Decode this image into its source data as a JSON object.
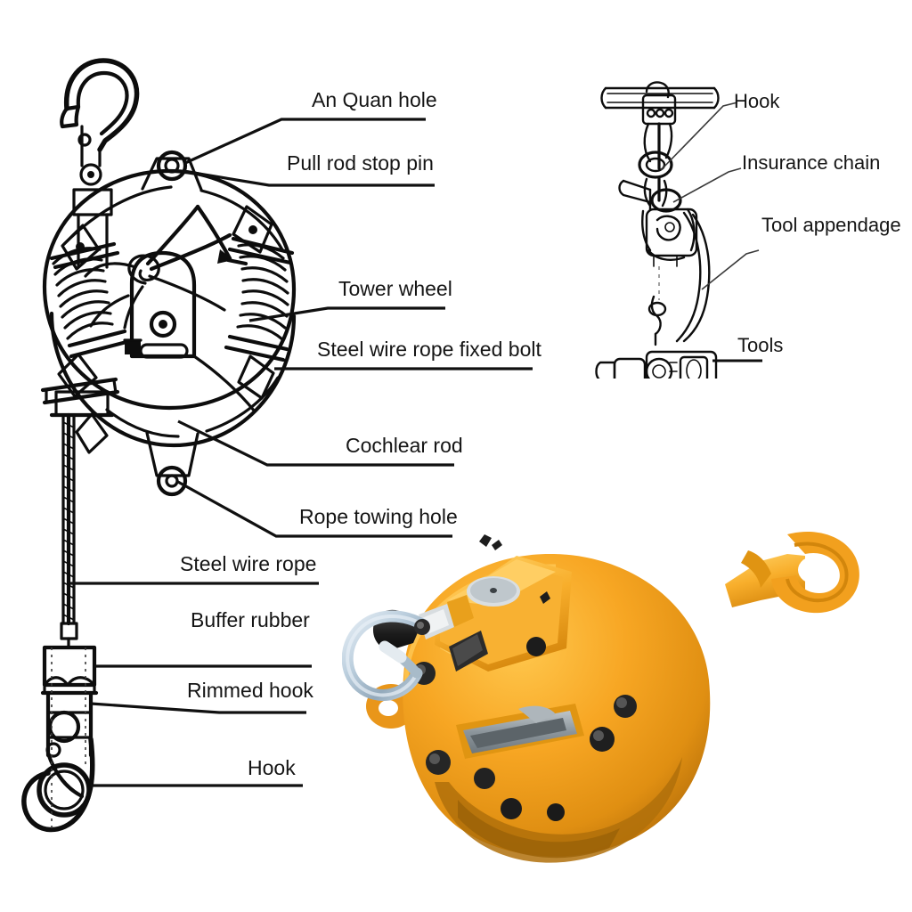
{
  "page": {
    "title": "Spring balancer tool balancer exploded parts diagram",
    "background_color": "#ffffff",
    "ink_color": "#0d0d0d"
  },
  "main_diagram": {
    "name": "spring-balancer-line-drawing",
    "callouts": [
      {
        "id": "an-quan-hole",
        "label": "An Quan hole"
      },
      {
        "id": "pull-rod-stop-pin",
        "label": "Pull rod stop pin"
      },
      {
        "id": "tower-wheel",
        "label": "Tower wheel"
      },
      {
        "id": "steel-wire-rope-fixed-bolt",
        "label": "Steel wire rope fixed bolt"
      },
      {
        "id": "cochlear-rod",
        "label": "Cochlear rod"
      },
      {
        "id": "rope-towing-hole",
        "label": "Rope towing hole"
      },
      {
        "id": "steel-wire-rope",
        "label": "Steel wire rope"
      },
      {
        "id": "buffer-rubber",
        "label": "Buffer rubber"
      },
      {
        "id": "rimmed-hook",
        "label": "Rimmed hook"
      },
      {
        "id": "hook",
        "label": "Hook"
      }
    ]
  },
  "installation_diagram": {
    "name": "installation-line-drawing",
    "callouts": [
      {
        "id": "hook",
        "label": "Hook"
      },
      {
        "id": "insurance-chain",
        "label": "Insurance chain"
      },
      {
        "id": "tool-appendage",
        "label": "Tool appendage"
      },
      {
        "id": "tools",
        "label": "Tools"
      }
    ]
  },
  "product_photo": {
    "name": "yellow-spring-balancer-photo",
    "colors": {
      "body_yellow": "#F5A623",
      "body_yellow_light": "#FDBE3B",
      "body_yellow_dark": "#D4860E",
      "body_shadow": "#A8660A",
      "hardware_black": "#1d1d1d",
      "steel": "#C3D2DE",
      "steel_dark": "#8FA3B4",
      "plate_gray": "#9aa2a8"
    }
  }
}
